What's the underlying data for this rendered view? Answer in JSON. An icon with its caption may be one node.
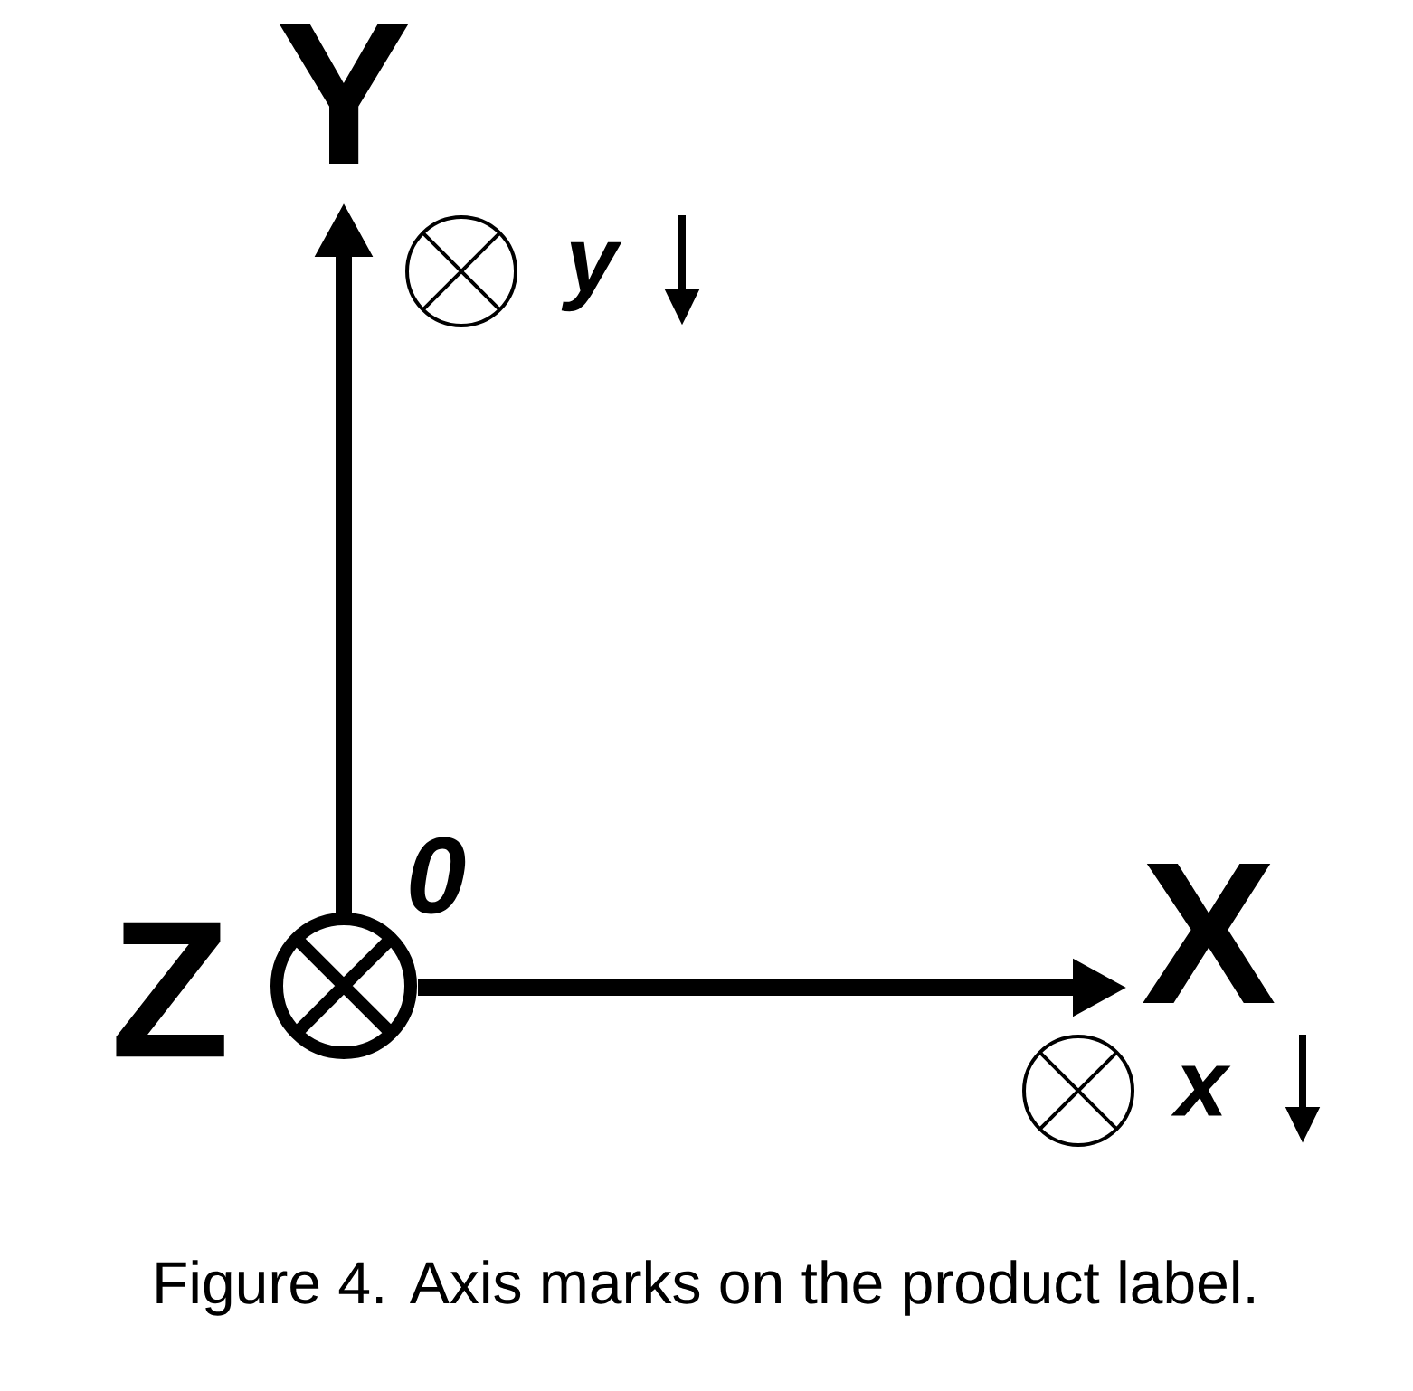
{
  "diagram": {
    "caption": "Figure 4. Axis marks on the product label.",
    "labels": [
      "Y",
      "y",
      "0",
      "Z",
      "X",
      "x"
    ]
  }
}
